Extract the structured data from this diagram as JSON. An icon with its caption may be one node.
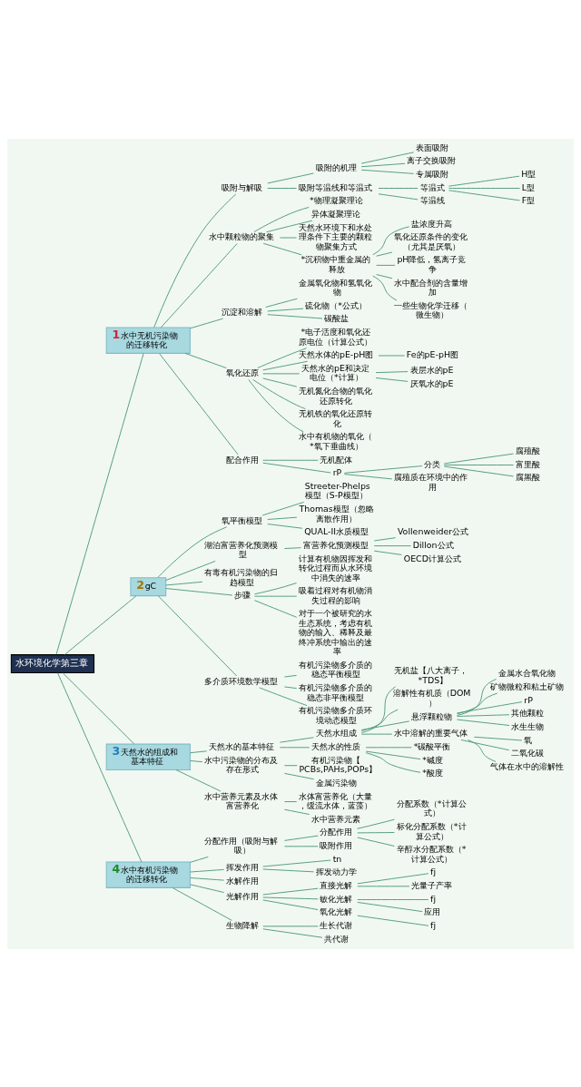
{
  "diagram": {
    "nodes": [
      {
        "text": [
          "水环境化学第三章"
        ]
      },
      {
        "text": [
          "1",
          "水中无机污染物的迁移转化"
        ]
      },
      {
        "text": [
          "吸附与解吸"
        ]
      },
      {
        "text": [
          "吸附的机理"
        ]
      },
      {
        "text": [
          "表面吸附"
        ]
      },
      {
        "text": [
          "离子交换吸附"
        ]
      },
      {
        "text": [
          "专属吸附"
        ]
      },
      {
        "text": [
          "吸附等温线和等温式"
        ]
      },
      {
        "text": [
          "等温式"
        ]
      },
      {
        "text": [
          "H型"
        ]
      },
      {
        "text": [
          "L型"
        ]
      },
      {
        "text": [
          "F型"
        ]
      },
      {
        "text": [
          "等温线"
        ]
      },
      {
        "text": [
          "水中颗粒物的聚集"
        ]
      },
      {
        "text": [
          "*物理凝聚理论"
        ]
      },
      {
        "text": [
          "异体凝聚理论"
        ]
      },
      {
        "text": [
          "天然水环境下和水处理条件下主要的颗粒物聚集方式"
        ]
      },
      {
        "text": [
          "*沉积物中重金属的释放"
        ]
      },
      {
        "text": [
          "盐浓度升高"
        ]
      },
      {
        "text": [
          "氧化还原条件的变化（尤其是厌氧）"
        ]
      },
      {
        "text": [
          "pH降低，氢离子竞争"
        ]
      },
      {
        "text": [
          "水中配合剂的含量增加"
        ]
      },
      {
        "text": [
          "一些生物化学迁移（微生物）"
        ]
      },
      {
        "text": [
          "沉淀和溶解"
        ]
      },
      {
        "text": [
          "金属氧化物和氢氧化物"
        ]
      },
      {
        "text": [
          "硫化物（*公式）"
        ]
      },
      {
        "text": [
          "碳酸盐"
        ]
      },
      {
        "text": [
          "氧化还原"
        ]
      },
      {
        "text": [
          "*电子活度和氧化还原电位（计算公式）"
        ]
      },
      {
        "text": [
          "天然水体的pE-pH图"
        ]
      },
      {
        "text": [
          "Fe的pE-pH图"
        ]
      },
      {
        "text": [
          "天然水的pE和决定电位（*计算）"
        ]
      },
      {
        "text": [
          "表层水的pE"
        ]
      },
      {
        "text": [
          "厌氧水的pE"
        ]
      },
      {
        "text": [
          "无机氮化合物的氧化还原转化"
        ]
      },
      {
        "text": [
          "无机铁的氧化还原转化"
        ]
      },
      {
        "text": [
          "水中有机物的氧化（*氧下垂曲线）"
        ]
      },
      {
        "text": [
          "配合作用"
        ]
      },
      {
        "text": [
          "无机配体"
        ]
      },
      {
        "text": [
          "rP"
        ]
      },
      {
        "text": [
          "分类"
        ]
      },
      {
        "text": [
          "腐殖酸"
        ]
      },
      {
        "text": [
          "富里酸"
        ]
      },
      {
        "text": [
          "腐黑酸"
        ]
      },
      {
        "text": [
          "腐殖质在环境中的作用"
        ]
      },
      {
        "text": [
          "2",
          "gC"
        ]
      },
      {
        "text": [
          "氧平衡模型"
        ]
      },
      {
        "text": [
          "Streeter-Phelps模型（S-P模型）"
        ]
      },
      {
        "text": [
          "Thomas模型（忽略离散作用）"
        ]
      },
      {
        "text": [
          "QUAL-II水质模型"
        ]
      },
      {
        "text": [
          "湖泊富营养化预测模型"
        ]
      },
      {
        "text": [
          "富营养化预测模型"
        ]
      },
      {
        "text": [
          "Vollenweider公式"
        ]
      },
      {
        "text": [
          "Dillon公式"
        ]
      },
      {
        "text": [
          "OECD计算公式"
        ]
      },
      {
        "text": [
          "有毒有机污染物的归趋模型"
        ]
      },
      {
        "text": [
          "步骤"
        ]
      },
      {
        "text": [
          "计算有机物因挥发和转化过程而从水环境中消失的速率"
        ]
      },
      {
        "text": [
          "吸着过程对有机物消失过程的影响"
        ]
      },
      {
        "text": [
          "对于一个被研究的水生态系统，考虑有机物的输入、稀释及最终冲系统中输出的速率"
        ]
      },
      {
        "text": [
          "多介质环境数学模型"
        ]
      },
      {
        "text": [
          "有机污染物多介质的稳态平衡模型"
        ]
      },
      {
        "text": [
          "有机污染物多介质的稳态非平衡模型"
        ]
      },
      {
        "text": [
          "有机污染物多介质环境动态模型"
        ]
      },
      {
        "text": [
          "3",
          "天然水的组成和基本特征"
        ]
      },
      {
        "text": [
          "天然水的基本特征"
        ]
      },
      {
        "text": [
          "天然水组成"
        ]
      },
      {
        "text": [
          "无机盐【八大离子，*TDS】"
        ]
      },
      {
        "text": [
          "溶解性有机质（DOM）"
        ]
      },
      {
        "text": [
          "悬浮颗粒物"
        ]
      },
      {
        "text": [
          "金属水合氧化物"
        ]
      },
      {
        "text": [
          "矿物微粒和粘土矿物"
        ]
      },
      {
        "text": [
          "rP"
        ]
      },
      {
        "text": [
          "其他颗粒"
        ]
      },
      {
        "text": [
          "水生生物"
        ]
      },
      {
        "text": [
          "水中溶解的重要气体"
        ]
      },
      {
        "text": [
          "氧"
        ]
      },
      {
        "text": [
          "二氧化碳"
        ]
      },
      {
        "text": [
          "气体在水中的溶解性"
        ]
      },
      {
        "text": [
          "天然水的性质"
        ]
      },
      {
        "text": [
          "*碳酸平衡"
        ]
      },
      {
        "text": [
          "*碱度"
        ]
      },
      {
        "text": [
          "*酸度"
        ]
      },
      {
        "text": [
          "水中污染物的分布及存在形式"
        ]
      },
      {
        "text": [
          "有机污染物【PCBs,PAHs,POPs】"
        ]
      },
      {
        "text": [
          "金属污染物"
        ]
      },
      {
        "text": [
          "水中营养元素及水体富营养化"
        ]
      },
      {
        "text": [
          "水体富营养化（大量，缓流水体，蓝藻）"
        ]
      },
      {
        "text": [
          "水中营养元素"
        ]
      },
      {
        "text": [
          "4",
          "水中有机污染物的迁移转化"
        ]
      },
      {
        "text": [
          "分配作用（吸附与解吸）"
        ]
      },
      {
        "text": [
          "分配作用"
        ]
      },
      {
        "text": [
          "分配系数（*计算公式）"
        ]
      },
      {
        "text": [
          "标化分配系数（*计算公式）"
        ]
      },
      {
        "text": [
          "辛醇水分配系数（*计算公式）"
        ]
      },
      {
        "text": [
          "吸附作用"
        ]
      },
      {
        "text": [
          "挥发作用"
        ]
      },
      {
        "text": [
          "tn"
        ]
      },
      {
        "text": [
          "挥发动力学"
        ]
      },
      {
        "text": [
          "水解作用"
        ]
      },
      {
        "text": [
          "光解作用"
        ]
      },
      {
        "text": [
          "直接光解"
        ]
      },
      {
        "text": [
          "fj"
        ]
      },
      {
        "text": [
          "光量子产率"
        ]
      },
      {
        "text": [
          "敏化光解"
        ]
      },
      {
        "text": [
          "fj"
        ]
      },
      {
        "text": [
          "应用"
        ]
      },
      {
        "text": [
          "氧化光解"
        ]
      },
      {
        "text": [
          "fj"
        ]
      },
      {
        "text": [
          "生物降解"
        ]
      },
      {
        "text": [
          "生长代谢"
        ]
      },
      {
        "text": [
          "共代谢"
        ]
      }
    ],
    "edges": [
      {
        "from": 0,
        "to": 1,
        "arrow": "none"
      },
      {
        "from": 1,
        "to": 2,
        "arrow": "none"
      },
      {
        "from": 2,
        "to": 3,
        "arrow": "none"
      },
      {
        "from": 3,
        "to": 4,
        "arrow": "none"
      },
      {
        "from": 3,
        "to": 5,
        "arrow": "none"
      },
      {
        "from": 3,
        "to": 6,
        "arrow": "none"
      },
      {
        "from": 2,
        "to": 7,
        "arrow": "none"
      },
      {
        "from": 7,
        "to": 8,
        "arrow": "none"
      },
      {
        "from": 8,
        "to": 9,
        "arrow": "none"
      },
      {
        "from": 8,
        "to": 10,
        "arrow": "none"
      },
      {
        "from": 8,
        "to": 11,
        "arrow": "none"
      },
      {
        "from": 7,
        "to": 12,
        "arrow": "none"
      },
      {
        "from": 1,
        "to": 13,
        "arrow": "none"
      },
      {
        "from": 13,
        "to": 14,
        "arrow": "none"
      },
      {
        "from": 13,
        "to": 15,
        "arrow": "none"
      },
      {
        "from": 13,
        "to": 16,
        "arrow": "none"
      },
      {
        "from": 13,
        "to": 17,
        "arrow": "none"
      },
      {
        "from": 17,
        "to": 18,
        "arrow": "none"
      },
      {
        "from": 17,
        "to": 19,
        "arrow": "none"
      },
      {
        "from": 17,
        "to": 20,
        "arrow": "none"
      },
      {
        "from": 17,
        "to": 21,
        "arrow": "none"
      },
      {
        "from": 17,
        "to": 22,
        "arrow": "none"
      },
      {
        "from": 1,
        "to": 23,
        "arrow": "none"
      },
      {
        "from": 23,
        "to": 24,
        "arrow": "none"
      },
      {
        "from": 23,
        "to": 25,
        "arrow": "none"
      },
      {
        "from": 23,
        "to": 26,
        "arrow": "none"
      },
      {
        "from": 1,
        "to": 27,
        "arrow": "none"
      },
      {
        "from": 27,
        "to": 28,
        "arrow": "none"
      },
      {
        "from": 27,
        "to": 29,
        "arrow": "none"
      },
      {
        "from": 29,
        "to": 30,
        "arrow": "none"
      },
      {
        "from": 27,
        "to": 31,
        "arrow": "none"
      },
      {
        "from": 31,
        "to": 32,
        "arrow": "none"
      },
      {
        "from": 31,
        "to": 33,
        "arrow": "none"
      },
      {
        "from": 27,
        "to": 34,
        "arrow": "none"
      },
      {
        "from": 27,
        "to": 35,
        "arrow": "none"
      },
      {
        "from": 27,
        "to": 36,
        "arrow": "none"
      },
      {
        "from": 1,
        "to": 37,
        "arrow": "none"
      },
      {
        "from": 37,
        "to": 38,
        "arrow": "none"
      },
      {
        "from": 37,
        "to": 39,
        "arrow": "none"
      },
      {
        "from": 39,
        "to": 40,
        "arrow": "none"
      },
      {
        "from": 40,
        "to": 41,
        "arrow": "none"
      },
      {
        "from": 40,
        "to": 42,
        "arrow": "none"
      },
      {
        "from": 40,
        "to": 43,
        "arrow": "none"
      },
      {
        "from": 39,
        "to": 44,
        "arrow": "none"
      },
      {
        "from": 0,
        "to": 45,
        "arrow": "none"
      },
      {
        "from": 45,
        "to": 46,
        "arrow": "none"
      },
      {
        "from": 46,
        "to": 47,
        "arrow": "none"
      },
      {
        "from": 46,
        "to": 48,
        "arrow": "none"
      },
      {
        "from": 46,
        "to": 49,
        "arrow": "none"
      },
      {
        "from": 45,
        "to": 50,
        "arrow": "none"
      },
      {
        "from": 50,
        "to": 51,
        "arrow": "none"
      },
      {
        "from": 51,
        "to": 52,
        "arrow": "none"
      },
      {
        "from": 51,
        "to": 53,
        "arrow": "none"
      },
      {
        "from": 51,
        "to": 54,
        "arrow": "none"
      },
      {
        "from": 45,
        "to": 55,
        "arrow": "none"
      },
      {
        "from": 45,
        "to": 56,
        "arrow": "none"
      },
      {
        "from": 56,
        "to": 57,
        "arrow": "none"
      },
      {
        "from": 56,
        "to": 58,
        "arrow": "none"
      },
      {
        "from": 56,
        "to": 59,
        "arrow": "none"
      },
      {
        "from": 45,
        "to": 60,
        "arrow": "none"
      },
      {
        "from": 60,
        "to": 61,
        "arrow": "none"
      },
      {
        "from": 60,
        "to": 62,
        "arrow": "none"
      },
      {
        "from": 60,
        "to": 63,
        "arrow": "none"
      },
      {
        "from": 0,
        "to": 64,
        "arrow": "none"
      },
      {
        "from": 64,
        "to": 65,
        "arrow": "none"
      },
      {
        "from": 65,
        "to": 66,
        "arrow": "none"
      },
      {
        "from": 66,
        "to": 67,
        "arrow": "none"
      },
      {
        "from": 66,
        "to": 68,
        "arrow": "none"
      },
      {
        "from": 66,
        "to": 69,
        "arrow": "none"
      },
      {
        "from": 69,
        "to": 70,
        "arrow": "none"
      },
      {
        "from": 69,
        "to": 71,
        "arrow": "none"
      },
      {
        "from": 69,
        "to": 72,
        "arrow": "none"
      },
      {
        "from": 69,
        "to": 73,
        "arrow": "none"
      },
      {
        "from": 69,
        "to": 74,
        "arrow": "none"
      },
      {
        "from": 66,
        "to": 75,
        "arrow": "none"
      },
      {
        "from": 75,
        "to": 76,
        "arrow": "none"
      },
      {
        "from": 75,
        "to": 77,
        "arrow": "none"
      },
      {
        "from": 75,
        "to": 78,
        "arrow": "none"
      },
      {
        "from": 65,
        "to": 79,
        "arrow": "none"
      },
      {
        "from": 79,
        "to": 80,
        "arrow": "none"
      },
      {
        "from": 79,
        "to": 81,
        "arrow": "none"
      },
      {
        "from": 79,
        "to": 82,
        "arrow": "none"
      },
      {
        "from": 64,
        "to": 83,
        "arrow": "none"
      },
      {
        "from": 83,
        "to": 84,
        "arrow": "none"
      },
      {
        "from": 83,
        "to": 85,
        "arrow": "none"
      },
      {
        "from": 64,
        "to": 86,
        "arrow": "none"
      },
      {
        "from": 86,
        "to": 87,
        "arrow": "none"
      },
      {
        "from": 86,
        "to": 88,
        "arrow": "none"
      },
      {
        "from": 0,
        "to": 89,
        "arrow": "none"
      },
      {
        "from": 89,
        "to": 90,
        "arrow": "none"
      },
      {
        "from": 90,
        "to": 91,
        "arrow": "none"
      },
      {
        "from": 91,
        "to": 92,
        "arrow": "none"
      },
      {
        "from": 91,
        "to": 93,
        "arrow": "none"
      },
      {
        "from": 91,
        "to": 94,
        "arrow": "none"
      },
      {
        "from": 90,
        "to": 95,
        "arrow": "none"
      },
      {
        "from": 89,
        "to": 96,
        "arrow": "none"
      },
      {
        "from": 96,
        "to": 97,
        "arrow": "none"
      },
      {
        "from": 96,
        "to": 98,
        "arrow": "none"
      },
      {
        "from": 89,
        "to": 99,
        "arrow": "none"
      },
      {
        "from": 89,
        "to": 100,
        "arrow": "none"
      },
      {
        "from": 100,
        "to": 101,
        "arrow": "none"
      },
      {
        "from": 101,
        "to": 102,
        "arrow": "none"
      },
      {
        "from": 101,
        "to": 103,
        "arrow": "none"
      },
      {
        "from": 100,
        "to": 104,
        "arrow": "none"
      },
      {
        "from": 104,
        "to": 105,
        "arrow": "none"
      },
      {
        "from": 104,
        "to": 106,
        "arrow": "none"
      },
      {
        "from": 100,
        "to": 107,
        "arrow": "none"
      },
      {
        "from": 107,
        "to": 108,
        "arrow": "none"
      },
      {
        "from": 89,
        "to": 109,
        "arrow": "none"
      },
      {
        "from": 109,
        "to": 110,
        "arrow": "none"
      },
      {
        "from": 109,
        "to": 111,
        "arrow": "none"
      }
    ]
  }
}
